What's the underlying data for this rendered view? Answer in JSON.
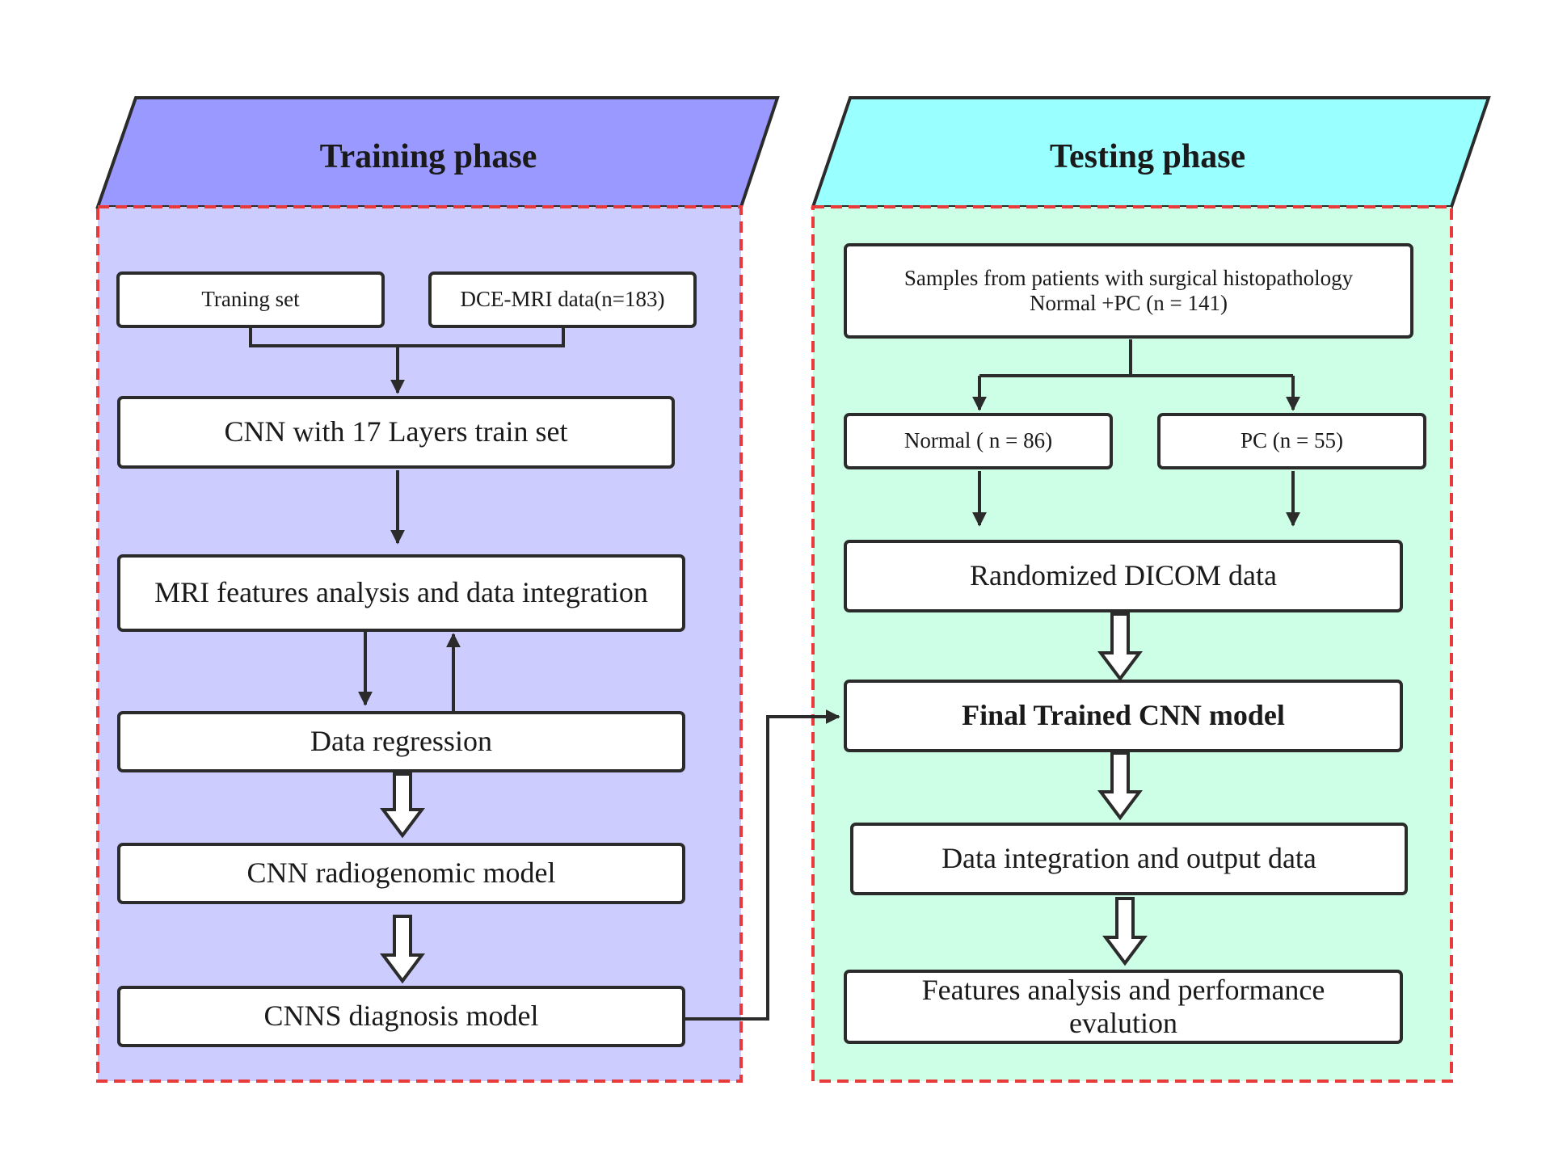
{
  "training": {
    "title": "Training phase",
    "traning_set": "Traning set",
    "dce_mri": "DCE-MRI data(n=183)",
    "cnn_17": "CNN with 17 Layers train set",
    "mri_features": "MRI features analysis and data integration",
    "data_regression": "Data regression",
    "radiogenomic": "CNN radiogenomic model",
    "diagnosis": "CNNS diagnosis model"
  },
  "testing": {
    "title": "Testing phase",
    "samples_line1": "Samples from patients with surgical histopathology",
    "samples_line2": "Normal +PC (n = 141)",
    "normal": "Normal ( n = 86)",
    "pc": "PC (n = 55)",
    "randomized": "Randomized DICOM data",
    "final_model": "Final Trained CNN model",
    "integration": "Data integration and output data",
    "performance": "Features analysis and performance\nevalution"
  },
  "colors": {
    "training_header": "#9999ff",
    "training_panel": "#ccccff",
    "testing_header": "#99ffff",
    "testing_panel": "#ccffe6",
    "dashed_border": "#e83a3a",
    "stroke": "#2b2b2b"
  }
}
